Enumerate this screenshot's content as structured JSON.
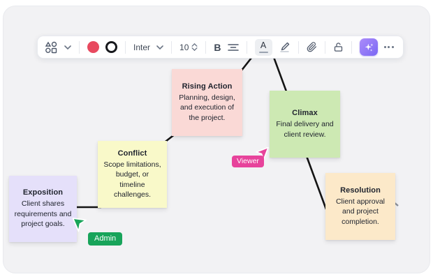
{
  "toolbar": {
    "font_name": "Inter",
    "font_size": "10",
    "bold_label": "B",
    "text_color_label": "A",
    "colors": {
      "fill_swatch": "#E8495F",
      "stroke_swatch": "#17181C",
      "ai_gradient_start": "#AC8CFA",
      "ai_gradient_end": "#7A68F4"
    },
    "icons": {
      "shapes": "shapes-picker-icon",
      "chevron": "chevron-down-icon",
      "stepper": "font-size-stepper-icon",
      "align": "align-center-icon",
      "pen": "highlighter-icon",
      "link": "paperclip-icon",
      "lock": "lock-icon",
      "ai": "ai-sparkles-icon",
      "more": "more-options-icon"
    }
  },
  "notes": [
    {
      "title": "Exposition",
      "body": "Client shares requirements and project goals.",
      "color": "#E5E0FA"
    },
    {
      "title": "Conflict",
      "body": "Scope limitations, budget, or timeline challenges.",
      "color": "#F9F9C9"
    },
    {
      "title": "Rising Action",
      "body": "Planning, design, and execution of the project.",
      "color": "#FAD9D6"
    },
    {
      "title": "Climax",
      "body": "Final delivery and client review.",
      "color": "#CDE9B3"
    },
    {
      "title": "Resolution",
      "body": "Client approval and project completion.",
      "color": "#FCE9C9"
    }
  ],
  "cursors": [
    {
      "label": "Admin",
      "color": "#18A45A"
    },
    {
      "label": "Viewer",
      "color": "#E7439B"
    }
  ],
  "connector_color": "#141414"
}
